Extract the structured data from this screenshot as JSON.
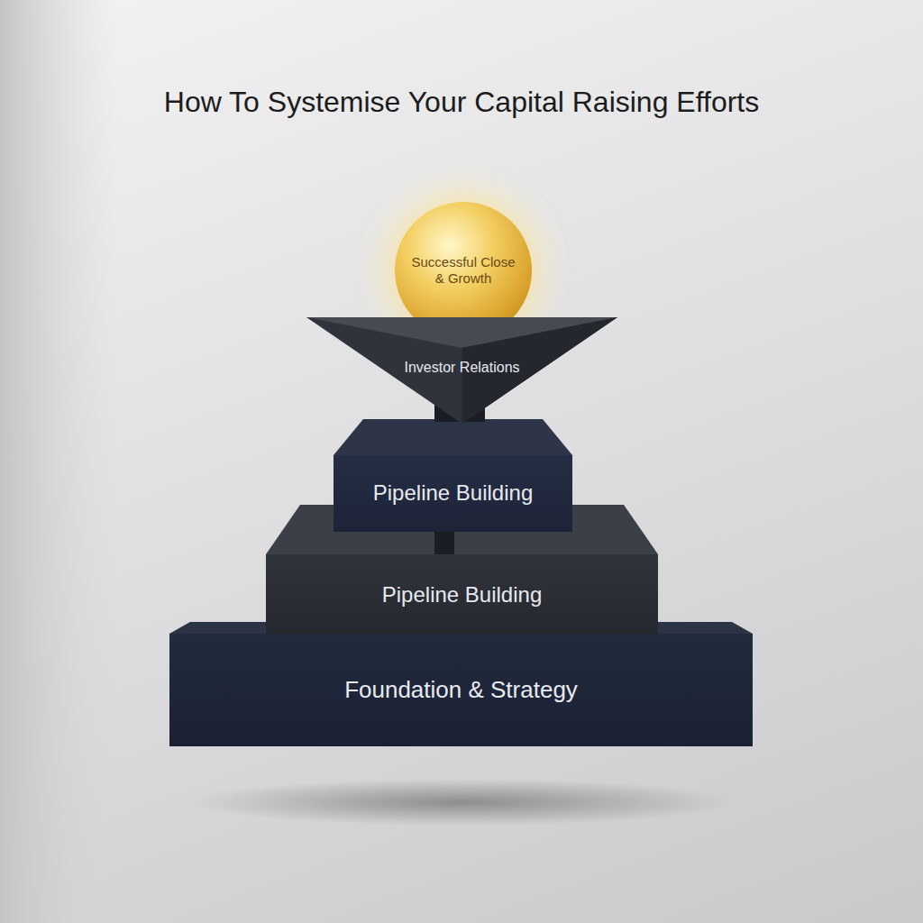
{
  "diagram": {
    "title": "How To Systemise Your Capital Raising Efforts",
    "nodes": [
      {
        "text": [
          "Successful Close & Growth"
        ]
      },
      {
        "text": [
          "Investor Relations"
        ]
      },
      {
        "text": [
          "Pipeline Building"
        ]
      },
      {
        "text": [
          "Pipeline Building"
        ]
      },
      {
        "text": [
          "Foundation & Strategy"
        ]
      }
    ]
  }
}
